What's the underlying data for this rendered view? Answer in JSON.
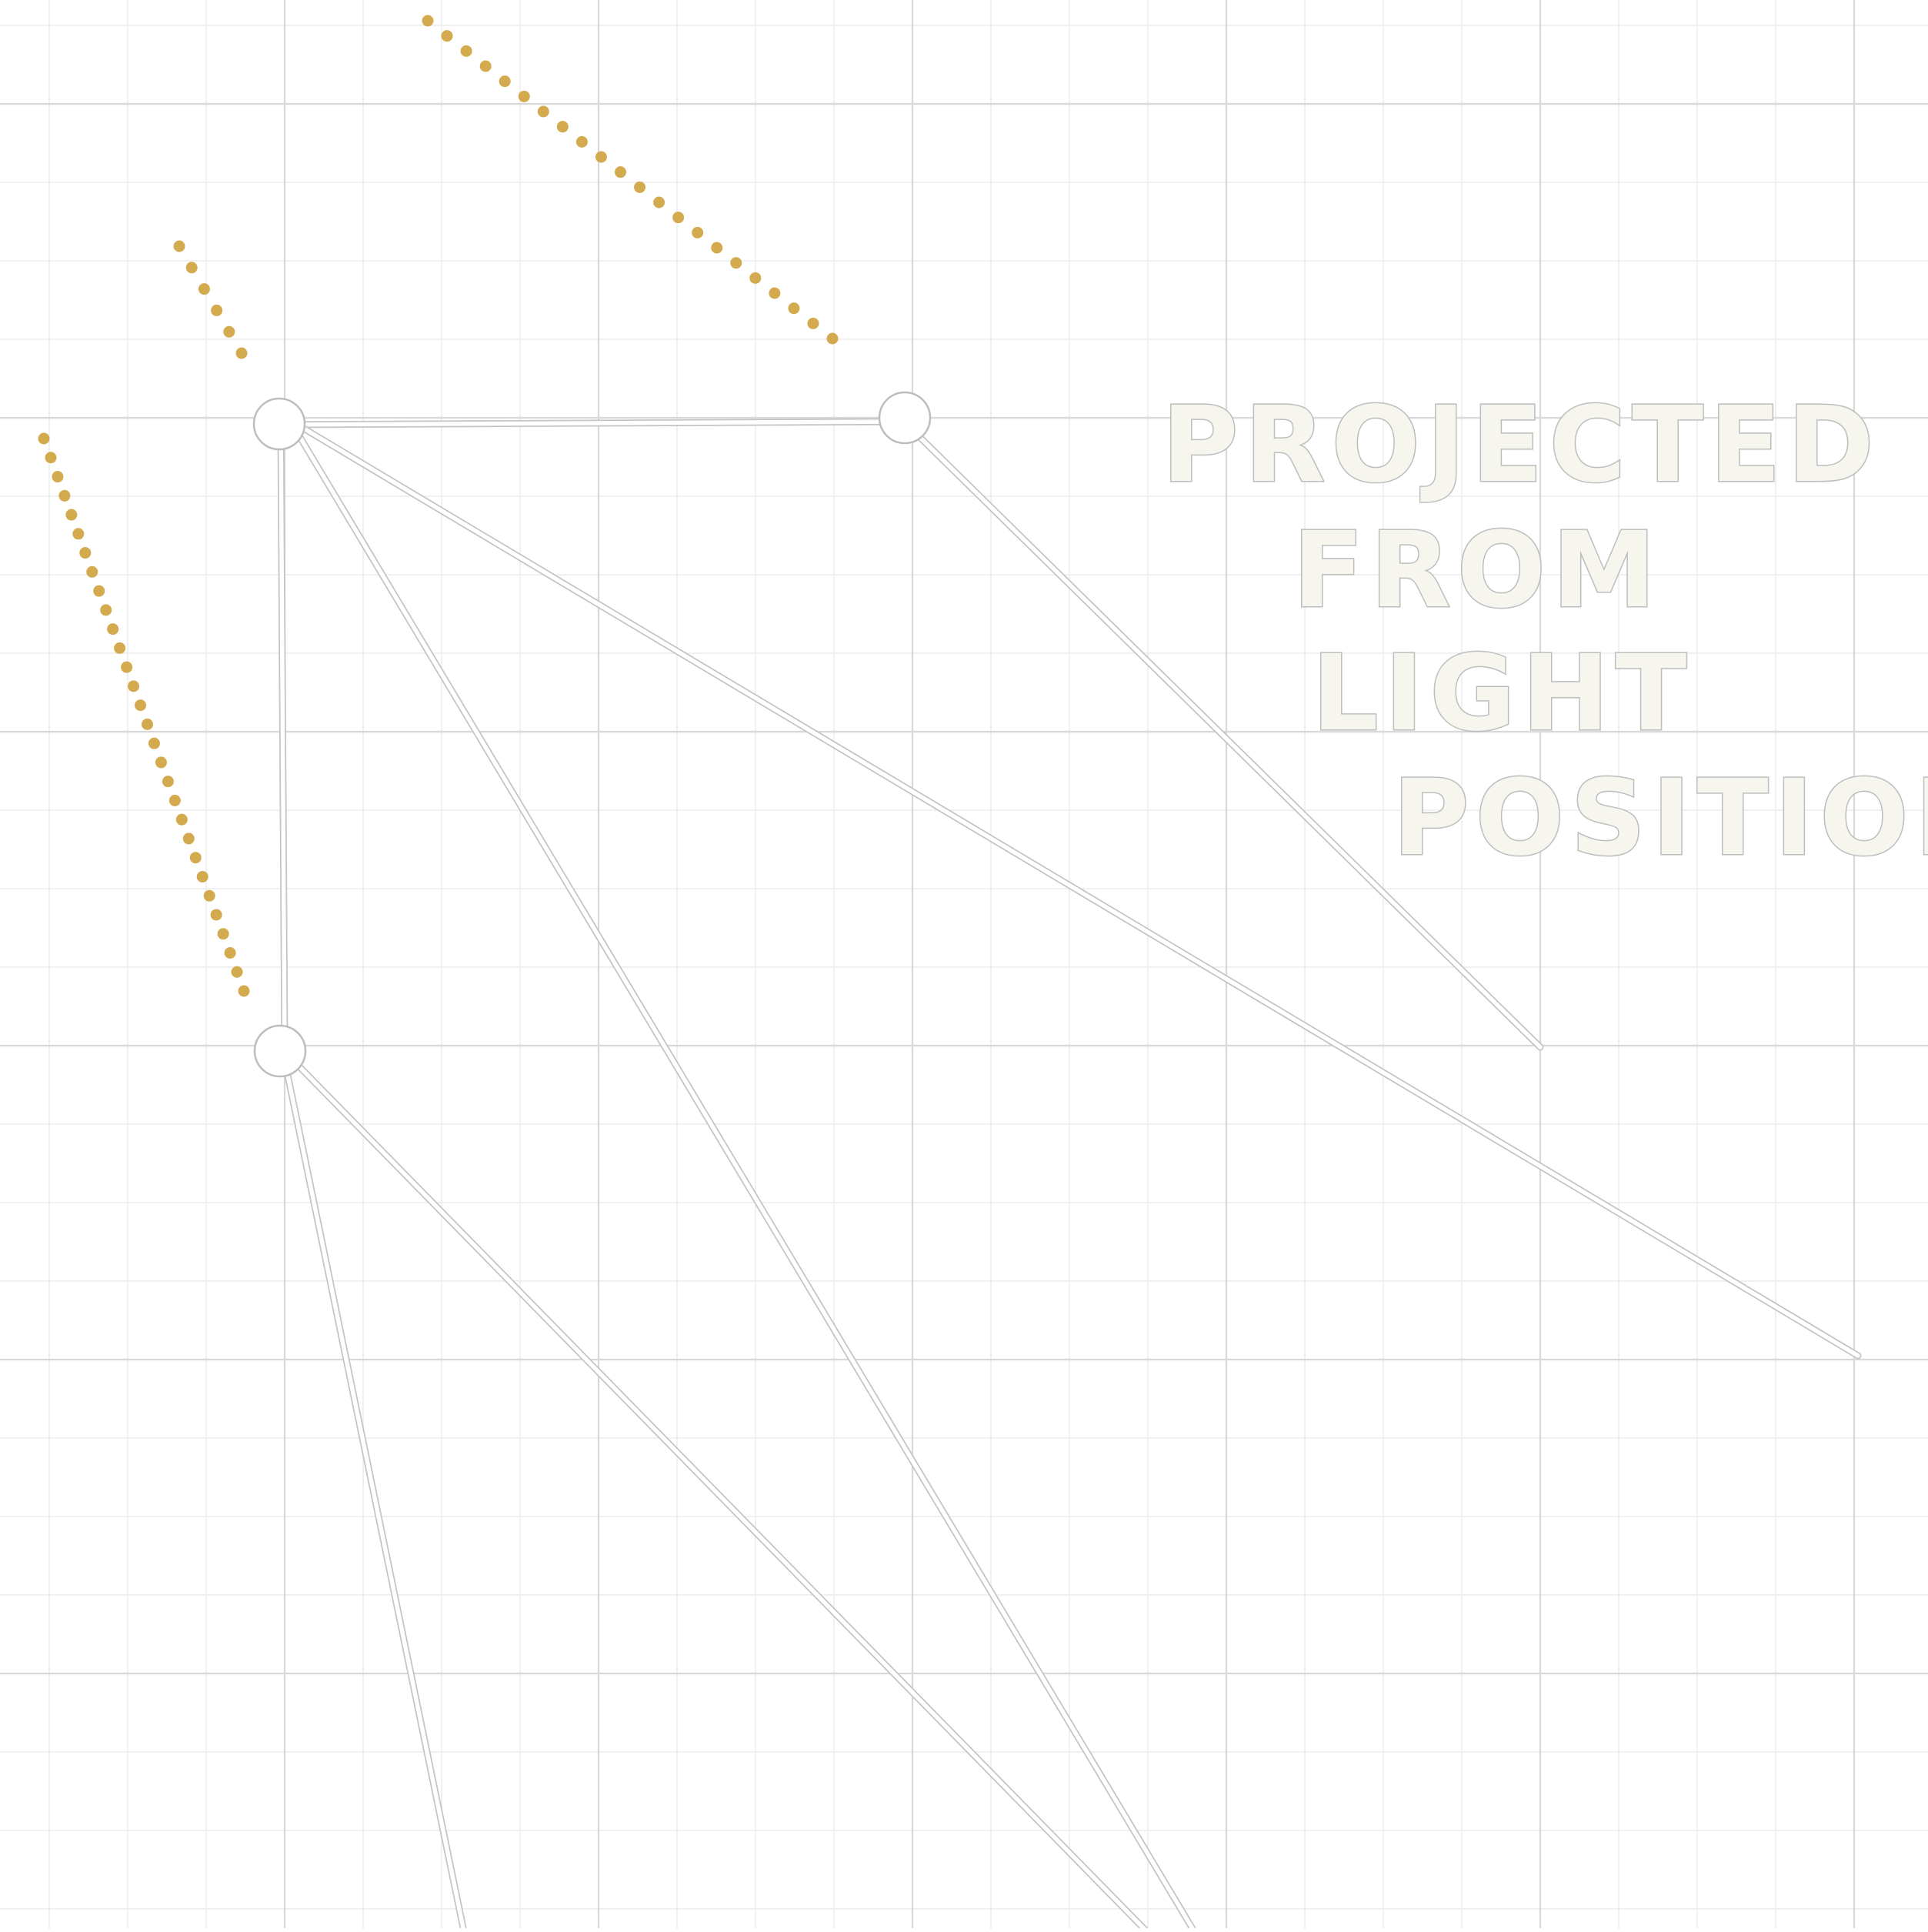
{
  "diagram": {
    "caption_lines": [
      "PROJECTED",
      "FROM",
      "LIGHT",
      "POSITION"
    ],
    "colors": {
      "background": "#ffffff",
      "grid_major": "#d8d8d8",
      "grid_minor": "#ececec",
      "ray_fill": "#ffffff",
      "ray_outline": "#c4c4c4",
      "node_fill": "#ffffff",
      "node_outline": "#bdbdbd",
      "shadow_dots": "#d4aa4f",
      "caption_fill": "#f6f6ee",
      "caption_outline": "#bdbdbd"
    }
  }
}
